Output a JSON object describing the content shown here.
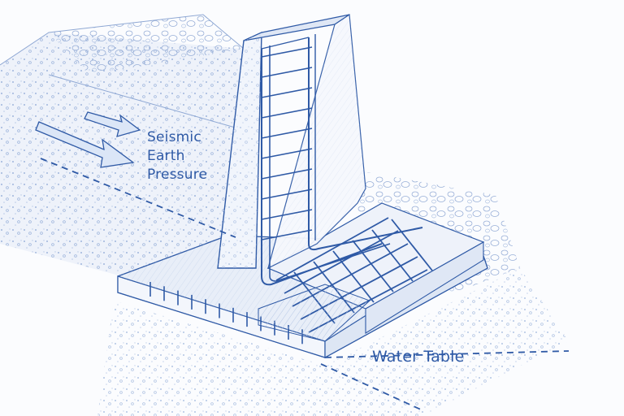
{
  "labels": {
    "seismic": [
      "Seismic",
      "Earth",
      "Pressure"
    ],
    "water_table": "Water Table"
  },
  "colors": {
    "ink": "#2f5aa6",
    "ink_light": "#9fb6dc",
    "paper": "#fbfcfe",
    "wash": "#e8eef8"
  }
}
